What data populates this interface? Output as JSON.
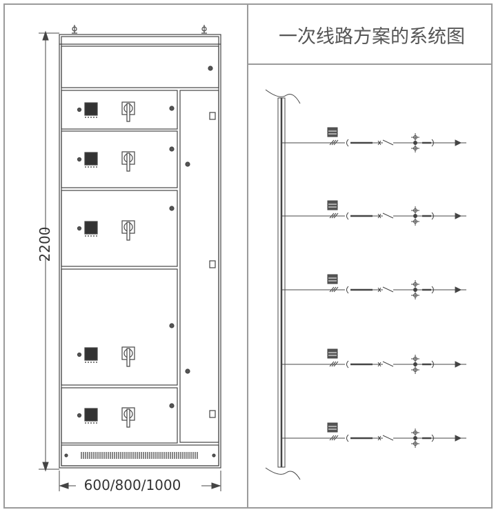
{
  "title": "一次线路方案的系统图",
  "dimensions": {
    "height_label": "2200",
    "width_label": "600/800/1000"
  },
  "front_view": {
    "drawer_count": 5,
    "has_vent_grille": true
  },
  "diagram": {
    "feeder_circuits": 5,
    "colors": {
      "line": "#444444",
      "frame": "#888888"
    }
  }
}
